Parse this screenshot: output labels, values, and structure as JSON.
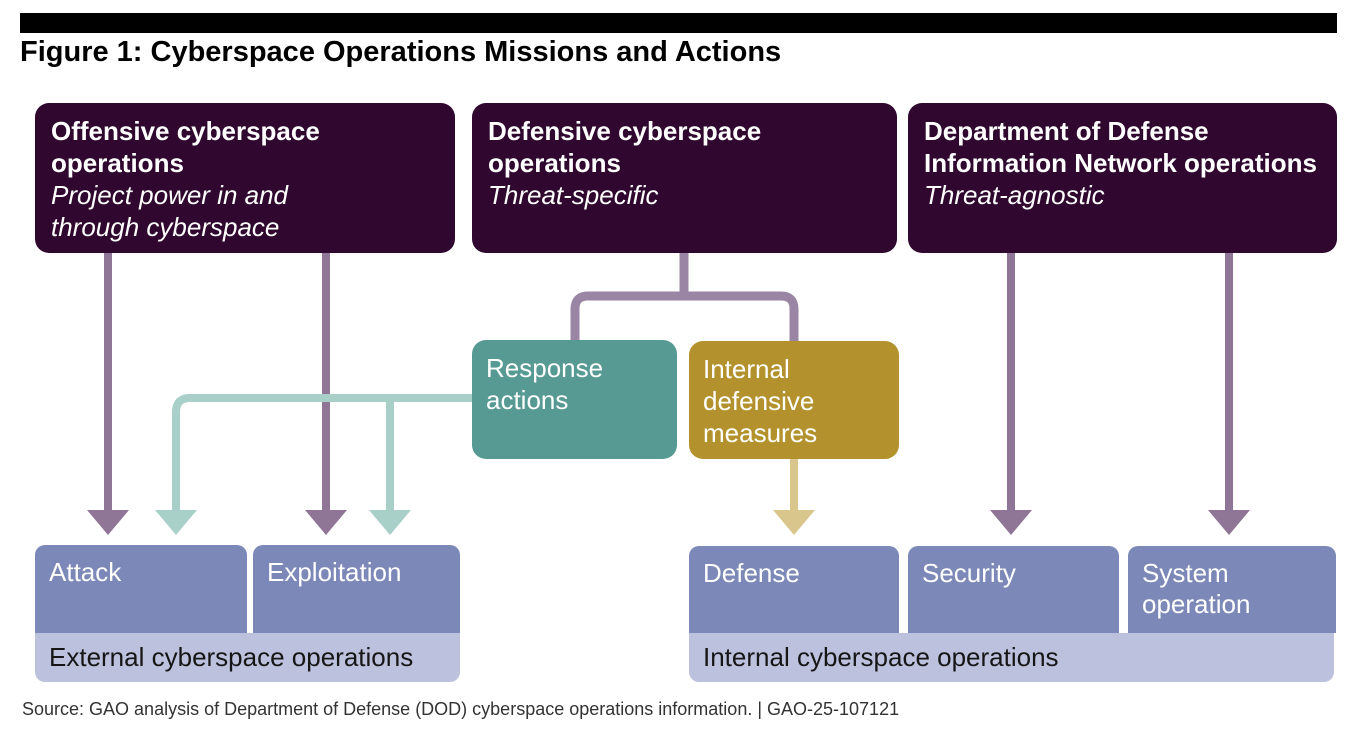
{
  "figure": {
    "title": "Figure 1: Cyberspace Operations Missions and Actions",
    "source": "Source: GAO analysis of Department of Defense (DOD) cyberspace operations information.  |  GAO-25-107121"
  },
  "missions": [
    {
      "title": "Offensive cyberspace operations",
      "subtitle": "Project power in and through cyberspace"
    },
    {
      "title": "Defensive cyberspace operations",
      "subtitle": "Threat-specific"
    },
    {
      "title": "Department of Defense Information Network operations",
      "subtitle": "Threat-agnostic"
    }
  ],
  "defensive_actions": [
    {
      "label": "Response actions"
    },
    {
      "label": "Internal defensive measures"
    }
  ],
  "external_actions": {
    "items": [
      {
        "label": "Attack"
      },
      {
        "label": "Exploitation"
      }
    ],
    "footer": "External cyberspace operations"
  },
  "internal_actions": {
    "items": [
      {
        "label": "Defense"
      },
      {
        "label": "Security"
      },
      {
        "label": "System operation"
      }
    ],
    "footer": "Internal cyberspace operations"
  },
  "colors": {
    "mission_box": "#30082f",
    "response_box": "#579a93",
    "internal_defensive_box": "#b3922d",
    "action_box": "#7c88b7",
    "footer_bar": "#bcc2de",
    "mauve_arrow": "#8f7596",
    "mauve_branch": "#9a86a4",
    "teal_arrow": "#a9cfc9",
    "gold_arrow": "#d9c68c",
    "header_bar": "#000000"
  }
}
